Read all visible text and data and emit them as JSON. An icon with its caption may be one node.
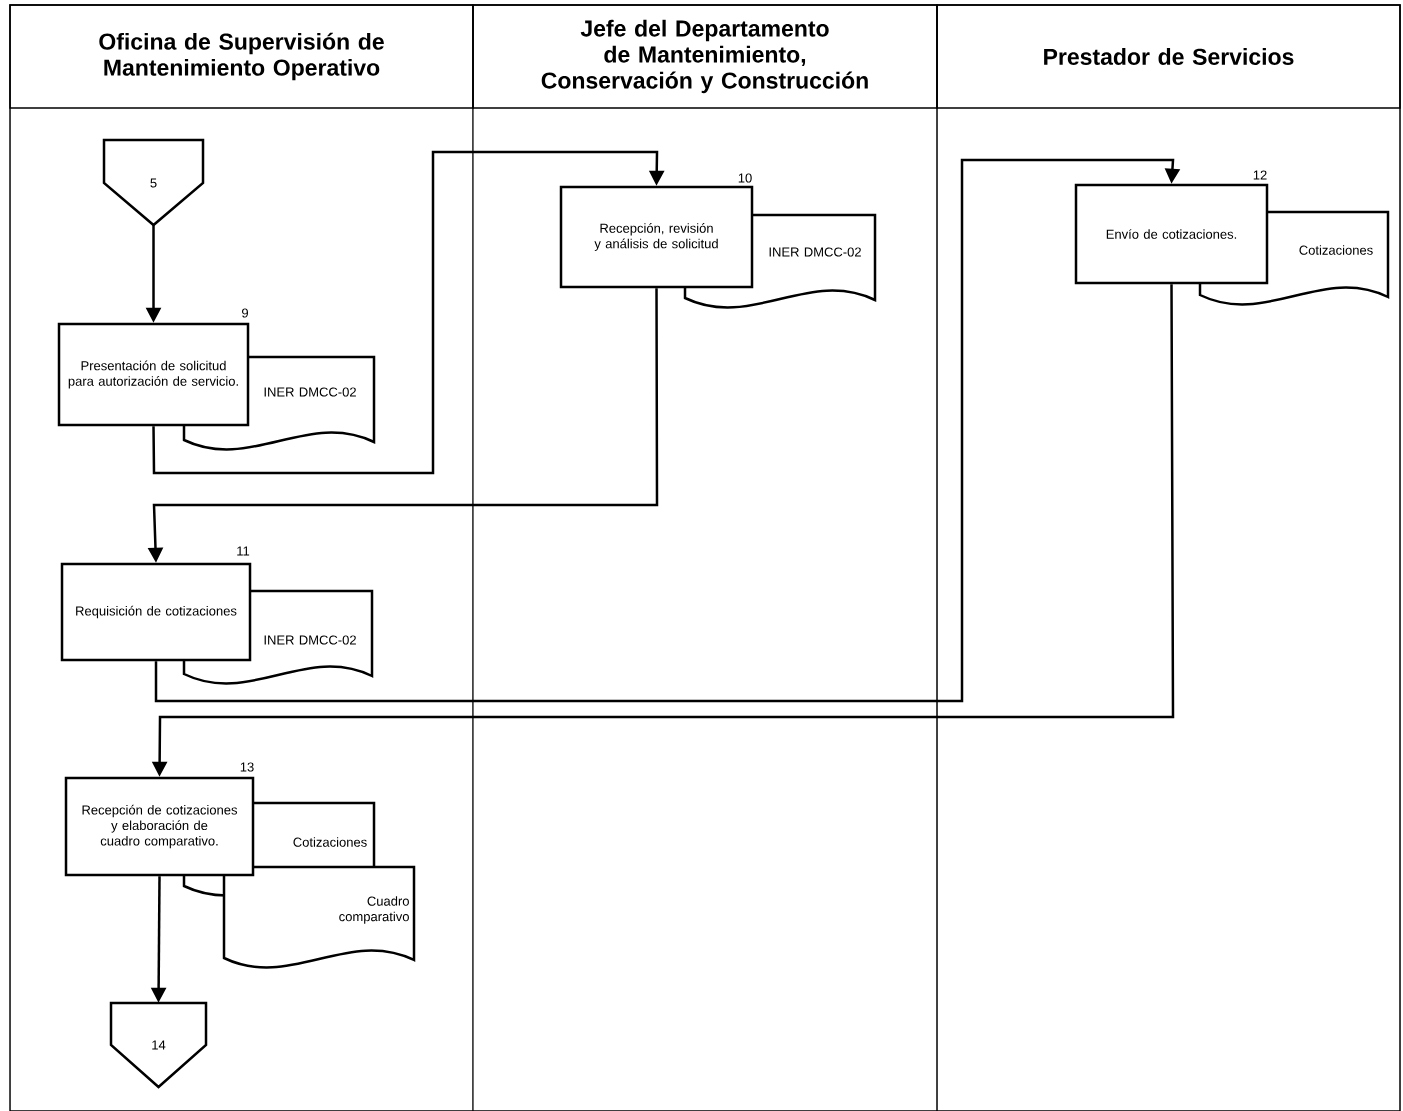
{
  "diagram": {
    "nodes": [
      {
        "text": [
          "Oficina  de Supervisión de Mantenimiento Operativo"
        ]
      },
      {
        "text": [
          "Jefe del Departamento de Mantenimiento, Conservación y Construcción"
        ]
      },
      {
        "text": [
          "Prestador de Servicios"
        ]
      },
      {
        "text": [
          "5"
        ]
      },
      {
        "text": [
          "Presentación de solicitud para autorización de servicio."
        ],
        "beside": [
          "9"
        ]
      },
      {
        "text": [
          "INER DMCC-02"
        ]
      },
      {
        "text": [
          "Recepción, revisión y análisis de solicitud"
        ],
        "beside": [
          "10"
        ]
      },
      {
        "text": [
          "INER DMCC-02"
        ]
      },
      {
        "text": [
          "Requisición de cotizaciones"
        ],
        "beside": [
          "11"
        ]
      },
      {
        "text": [
          "INER DMCC-02"
        ]
      },
      {
        "text": [
          "Envío de cotizaciones."
        ],
        "beside": [
          "12"
        ]
      },
      {
        "text": [
          "Cotizaciones"
        ]
      },
      {
        "text": [
          "Recepción de cotizaciones y elaboración de cuadro comparativo."
        ],
        "beside": [
          "13"
        ]
      },
      {
        "text": [
          "Cotizaciones"
        ]
      },
      {
        "text": [
          "Cuadro comparativo"
        ]
      },
      {
        "text": [
          "14"
        ]
      }
    ],
    "edges": [
      {
        "from": 3,
        "to": 4,
        "arrow": "to"
      },
      {
        "from": 4,
        "to": 6,
        "arrow": "to"
      },
      {
        "from": 6,
        "to": 8,
        "arrow": "to"
      },
      {
        "from": 8,
        "to": 10,
        "arrow": "to"
      },
      {
        "from": 10,
        "to": 12,
        "arrow": "to"
      },
      {
        "from": 12,
        "to": 15,
        "arrow": "to"
      }
    ]
  }
}
